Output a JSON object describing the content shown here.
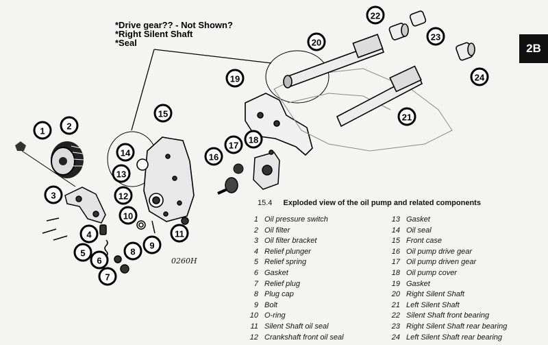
{
  "annotation": {
    "lines": [
      "*Drive gear?? - Not Shown?",
      "*Right Silent Shaft",
      "*Seal"
    ]
  },
  "section_tab": "2B",
  "caption": {
    "number": "15.4",
    "text": "Exploded view of the oil pump and related components"
  },
  "drawing_code": "0260H",
  "legend": {
    "left": [
      {
        "n": "1",
        "label": "Oil pressure switch"
      },
      {
        "n": "2",
        "label": "Oil filter"
      },
      {
        "n": "3",
        "label": "Oil filter bracket"
      },
      {
        "n": "4",
        "label": "Relief plunger"
      },
      {
        "n": "5",
        "label": "Relief spring"
      },
      {
        "n": "6",
        "label": "Gasket"
      },
      {
        "n": "7",
        "label": "Relief plug"
      },
      {
        "n": "8",
        "label": "Plug cap"
      },
      {
        "n": "9",
        "label": "Bolt"
      },
      {
        "n": "10",
        "label": "O-ring"
      },
      {
        "n": "11",
        "label": "Silent Shaft oil seal"
      },
      {
        "n": "12",
        "label": "Crankshaft front oil seal"
      }
    ],
    "right": [
      {
        "n": "13",
        "label": "Gasket"
      },
      {
        "n": "14",
        "label": "Oil seal"
      },
      {
        "n": "15",
        "label": "Front case"
      },
      {
        "n": "16",
        "label": "Oil pump drive gear"
      },
      {
        "n": "17",
        "label": "Oil pump driven gear"
      },
      {
        "n": "18",
        "label": "Oil pump cover"
      },
      {
        "n": "19",
        "label": "Gasket"
      },
      {
        "n": "20",
        "label": "Right Silent Shaft"
      },
      {
        "n": "21",
        "label": "Left Silent Shaft"
      },
      {
        "n": "22",
        "label": "Silent Shaft front bearing"
      },
      {
        "n": "23",
        "label": "Right Silent Shaft rear bearing"
      },
      {
        "n": "24",
        "label": "Left Silent Shaft rear bearing"
      }
    ]
  },
  "callouts": [
    "1",
    "2",
    "3",
    "4",
    "5",
    "6",
    "7",
    "8",
    "9",
    "10",
    "11",
    "12",
    "13",
    "14",
    "15",
    "16",
    "17",
    "18",
    "19",
    "20",
    "21",
    "22",
    "23",
    "24"
  ]
}
